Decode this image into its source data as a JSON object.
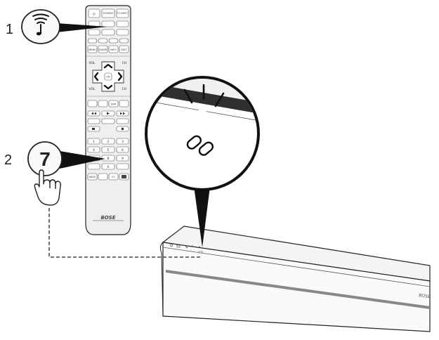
{
  "steps": [
    {
      "number": "1",
      "icon": "bluetooth-music-icon"
    },
    {
      "number": "2",
      "button_label": "7",
      "icon": "finger-press-icon"
    }
  ],
  "remote": {
    "brand": "BOSE",
    "top_buttons": [
      "⏻",
      "SOURCE",
      "TV INPUT"
    ],
    "function_buttons": [
      "MENU",
      "GUIDE",
      "INFO",
      "EXIT"
    ],
    "vol_label": "VOL",
    "ch_label": "CH",
    "ok_label": "OK",
    "dvr_label": "DVR",
    "keypad": [
      "1",
      "2",
      "3",
      "4",
      "5",
      "6",
      "7",
      "8",
      "9",
      "0"
    ],
    "bass_label": "BASS",
    "cc_label": "CC"
  },
  "soundbar": {
    "status_light": "white",
    "link_icon": "chain-link-icon"
  },
  "colors": {
    "line": "#222222",
    "light_fill": "#f2f2f2",
    "dark_band": "#333333",
    "remote_body": "#ececec"
  }
}
